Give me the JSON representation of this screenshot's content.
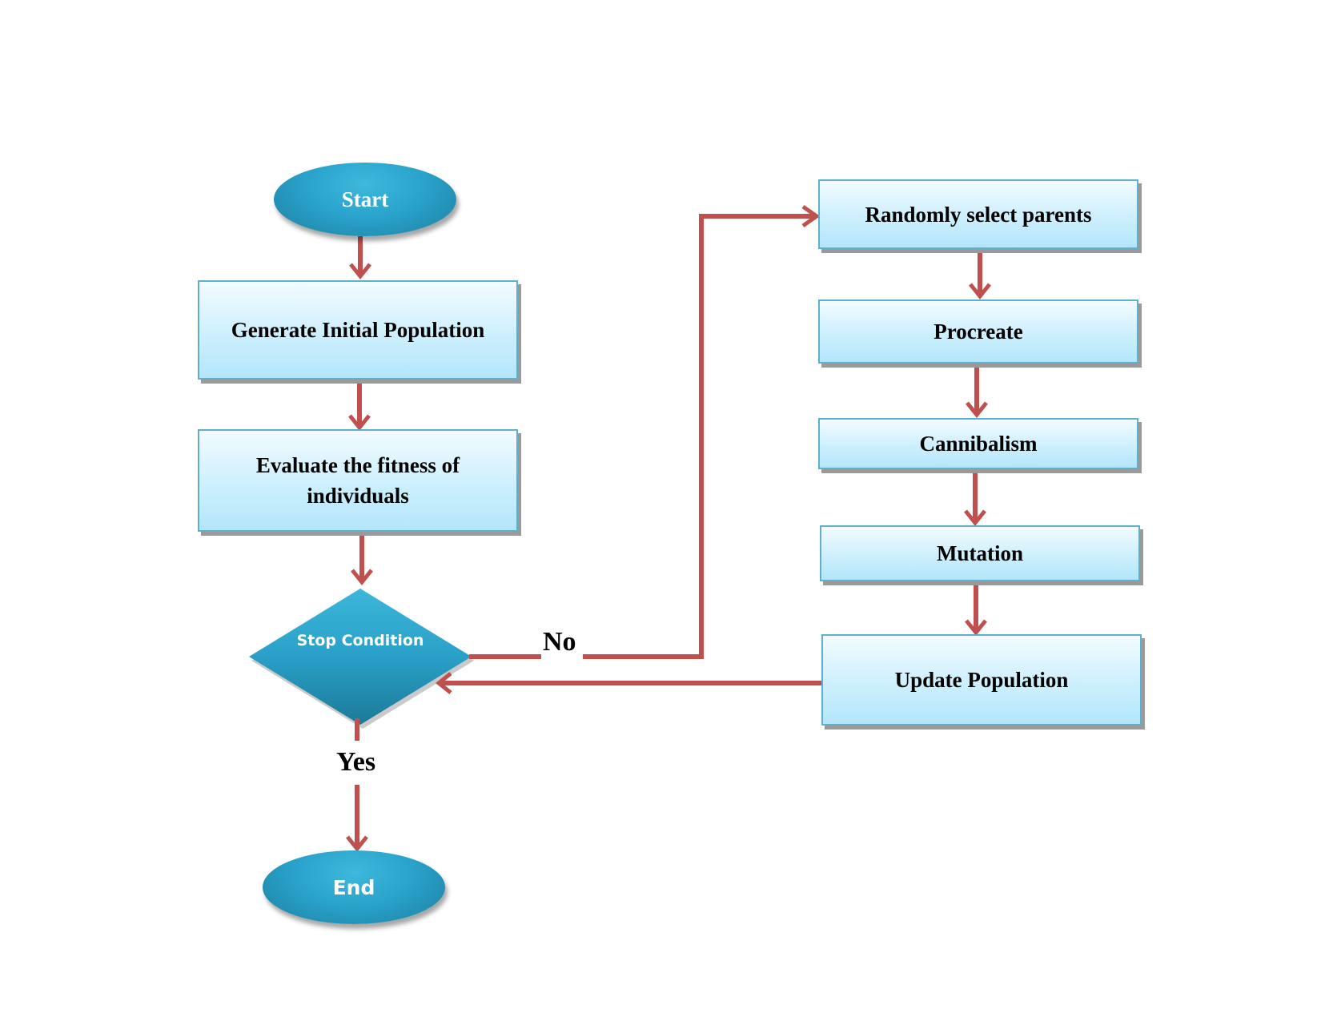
{
  "nodes": {
    "start": "Start",
    "generate": "Generate Initial Population",
    "evaluate": "Evaluate the fitness of individuals",
    "stop": "Stop Condition",
    "end": "End",
    "select": "Randomly select parents",
    "procreate": "Procreate",
    "cannibalism": "Cannibalism",
    "mutation": "Mutation",
    "update": "Update Population"
  },
  "labels": {
    "no": "No",
    "yes": "Yes"
  },
  "colors": {
    "arrow": "#c0504d",
    "terminal": "#2aa3cc",
    "process_fill": "#cdeffd",
    "process_border": "#5fb0cc"
  }
}
